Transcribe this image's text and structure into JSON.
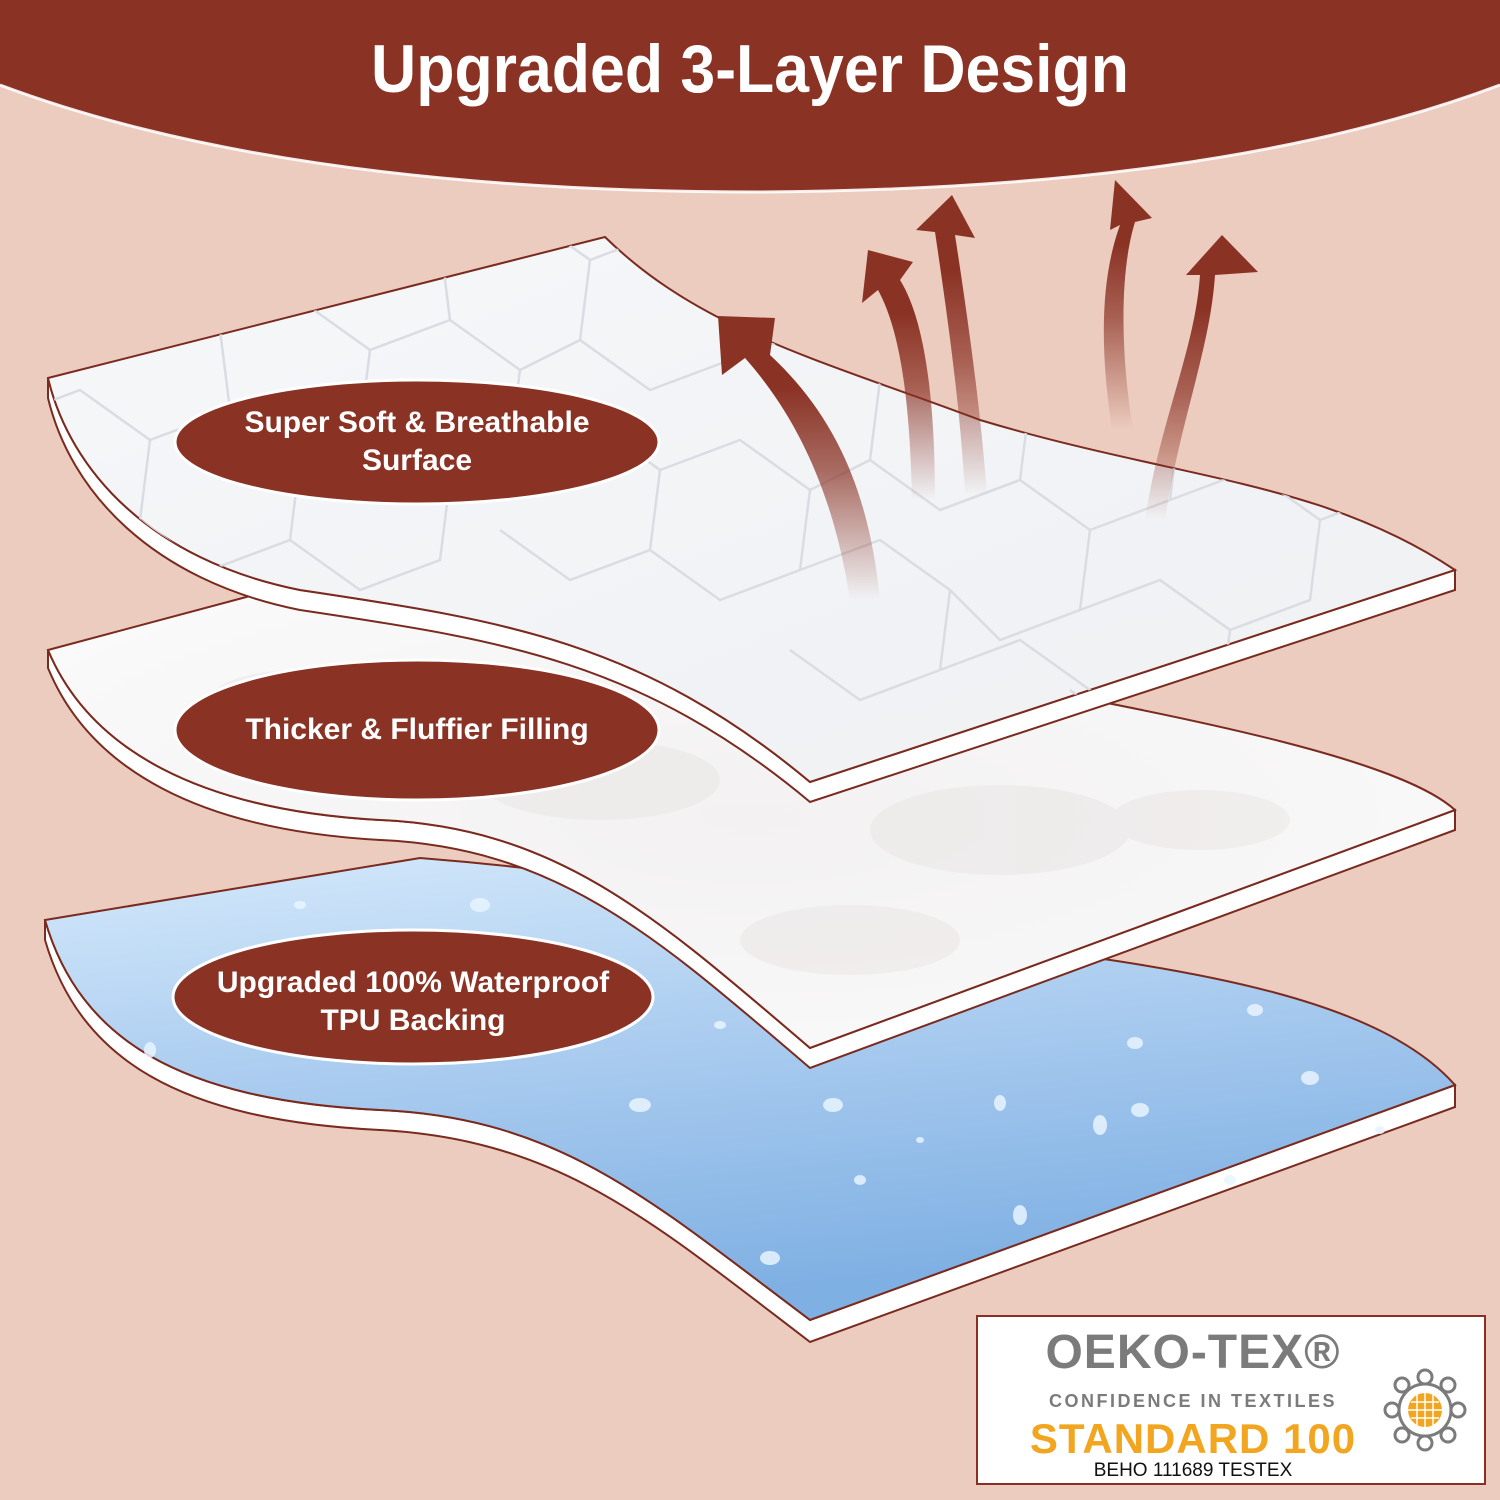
{
  "header": {
    "title": "Upgraded 3-Layer Design"
  },
  "layers": [
    {
      "id": "top",
      "name": "quilted-surface",
      "label_line1": "Super Soft & Breathable",
      "label_line2": "Surface"
    },
    {
      "id": "middle",
      "name": "filling",
      "label_line1": "Thicker & Fluffier Filling",
      "label_line2": ""
    },
    {
      "id": "bottom",
      "name": "waterproof-backing",
      "label_line1": "Upgraded 100% Waterproof",
      "label_line2": "TPU Backing"
    }
  ],
  "certification": {
    "brand": "OEKO-TEX®",
    "tagline": "CONFIDENCE IN TEXTILES",
    "standard": "STANDARD 100",
    "certificate": "BEHO 111689 TESTEX"
  },
  "colors": {
    "background": "#ecccbf",
    "brand_brown": "#8a3224",
    "oeko_gray": "#7b7b7b",
    "oeko_orange": "#f2a51f",
    "water_blue": "#9cc4ee"
  }
}
